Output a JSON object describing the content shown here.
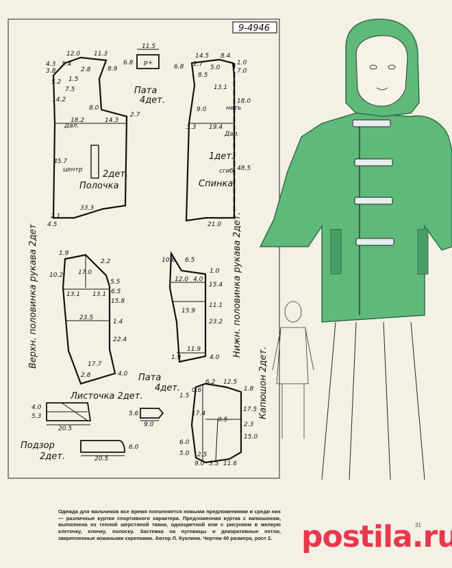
{
  "pattern_code": "9-4946",
  "pieces": {
    "polochka": {
      "name": "Полочка",
      "count": "2дет.",
      "center_label": "центр",
      "dal_label": "Дал.",
      "m": [
        "12.0",
        "11.3",
        "5.4",
        "2.8",
        "4.3",
        "3.8",
        "5.2",
        "7.5",
        "8.9",
        "1.5",
        "14.2",
        "8.0",
        "2.7",
        "18.2",
        "14.3",
        "45.7",
        "33.3",
        "2.1",
        "4.5"
      ]
    },
    "spinka": {
      "name": "Спинка",
      "count": "1дет.",
      "fold_label": "сгиб",
      "dal_label": "Дал.",
      "grain_label": "нить",
      "m": [
        "14.5",
        "8.4",
        "6.8",
        "2.7",
        "5.0",
        "1.0",
        "8.5",
        "7.0",
        "13.1",
        "18.0",
        "9.0",
        "3.3",
        "19.4",
        "48.5",
        "21.0"
      ]
    },
    "pata": {
      "name": "Пата",
      "count": "4дет.",
      "m": [
        "11.5",
        "6.8",
        "p+"
      ]
    },
    "sleeve_top": {
      "name": "Верхн. половинка рукава 2дет",
      "m": [
        "1.9",
        "2.2",
        "17.0",
        "5.5",
        "10.2",
        "13.1",
        "13.1",
        "6.5",
        "15.8",
        "23.5",
        "1.4",
        "22.4",
        "17.7",
        "2.8",
        "4.0"
      ]
    },
    "sleeve_bottom": {
      "name": "Нижн. половинка рукава 2дет.",
      "m": [
        "10.6",
        "6.5",
        "1.0",
        "12.0",
        "4.0",
        "15.4",
        "15.9",
        "11.1",
        "23.2",
        "11.9",
        "1.9",
        "4.0"
      ]
    },
    "pata2": {
      "name": "Пата",
      "count": "4дет.",
      "m": [
        "5.6",
        "9.0"
      ]
    },
    "listochka": {
      "name": "Листочка 2дет.",
      "m": [
        "4.0",
        "5.3",
        "20.5"
      ]
    },
    "podzor": {
      "name": "Подзор",
      "count": "2дет.",
      "m": [
        "20.5",
        "6.0"
      ]
    },
    "kapyushon": {
      "name": "Капюшон 2дет.",
      "m": [
        "0.6",
        "6.2",
        "12.5",
        "1.8",
        "1.5",
        "17.4",
        "9.5",
        "17.5",
        "2.3",
        "6.0",
        "5.0",
        "2.5",
        "9.0",
        "3.5",
        "11.6",
        "15.0"
      ]
    }
  },
  "caption": "Одежда для мальчиков все время пополняется новыми предложениями и среди них — различные куртки спортивного характера. Предложенная куртка с капюшоном, выполнена из теплой шерстяной ткани, одноцветной или с рисунком в мелкую клеточку, елочку, полоску. Застежка на пуговицы и декоративные петли, закрепленные кожаными скрепками. Автор Л. Куклина. Чертеж 40 размера, рост 2.",
  "watermark": "postila.ru",
  "page_number": "31",
  "colors": {
    "jacket": "#5fb97a",
    "jacket_dark": "#3f9a5c",
    "paper": "#f4f0e6",
    "ink": "#111111",
    "watermark": "#e8384d"
  }
}
